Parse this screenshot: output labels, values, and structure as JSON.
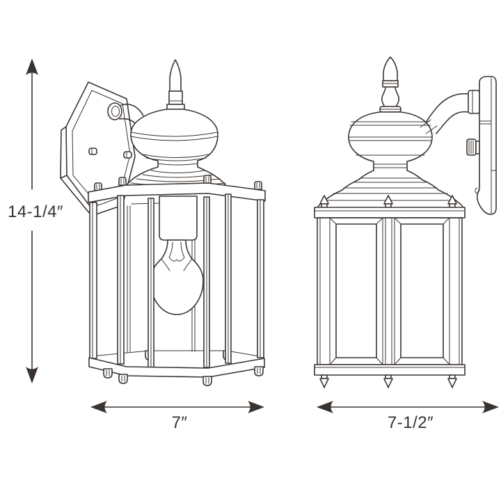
{
  "colors": {
    "background": "#ffffff",
    "line": "#3a3430"
  },
  "dimension_labels": {
    "height": "14-1/4″",
    "left_fixture_width": "7″",
    "right_fixture_width": "7-1/2″"
  }
}
